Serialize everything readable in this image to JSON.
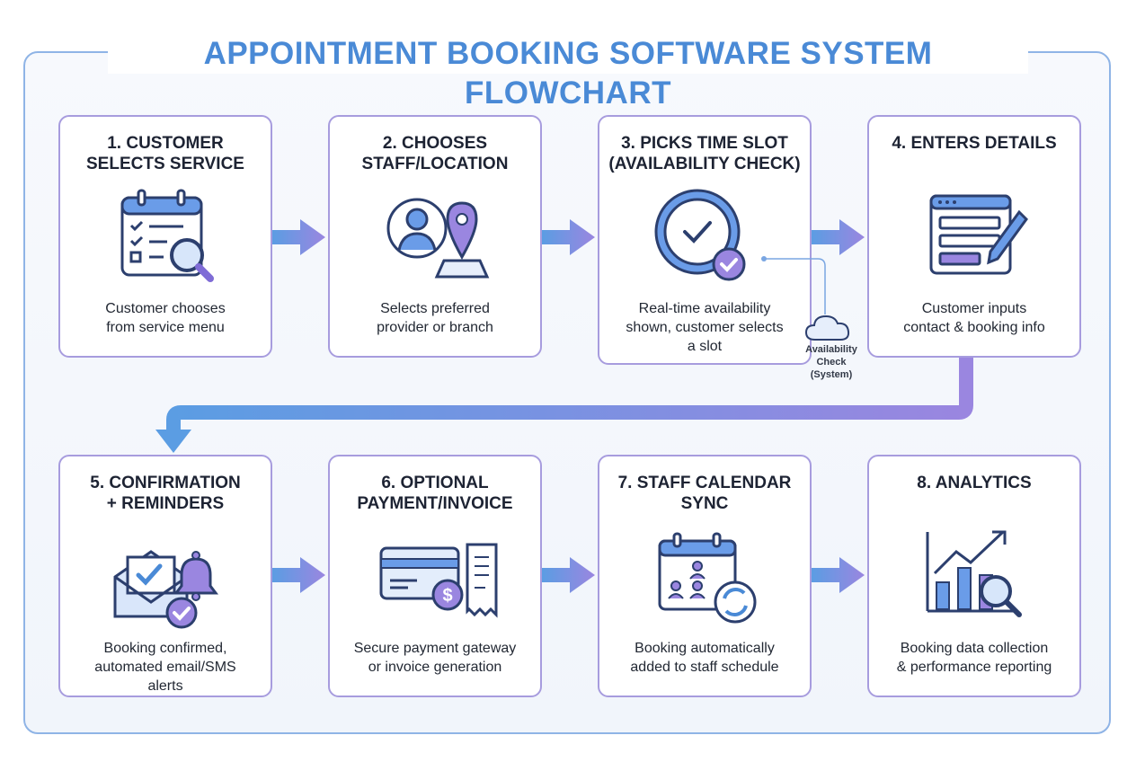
{
  "title": "APPOINTMENT BOOKING SOFTWARE SYSTEM FLOWCHART",
  "steps": [
    {
      "title_lines": [
        "1. CUSTOMER",
        "SELECTS SERVICE"
      ],
      "desc_lines": [
        "Customer chooses",
        "from service menu"
      ],
      "icon": "calendar-search-icon"
    },
    {
      "title_lines": [
        "2. CHOOSES",
        "STAFF/LOCATION"
      ],
      "desc_lines": [
        "Selects preferred",
        "provider or branch"
      ],
      "icon": "user-location-icon"
    },
    {
      "title_lines": [
        "3. PICKS TIME SLOT",
        "(AVAILABILITY CHECK)"
      ],
      "desc_lines": [
        "Real-time availability",
        "shown, customer selects",
        "a slot"
      ],
      "icon": "clock-check-icon"
    },
    {
      "title_lines": [
        "4. ENTERS DETAILS"
      ],
      "desc_lines": [
        "Customer inputs",
        "contact & booking info"
      ],
      "icon": "form-pen-icon"
    },
    {
      "title_lines": [
        "5. CONFIRMATION",
        "+ REMINDERS"
      ],
      "desc_lines": [
        "Booking confirmed,",
        "automated email/SMS",
        "alerts"
      ],
      "icon": "envelope-bell-icon"
    },
    {
      "title_lines": [
        "6. OPTIONAL",
        "PAYMENT/INVOICE"
      ],
      "desc_lines": [
        "Secure payment gateway",
        "or invoice generation"
      ],
      "icon": "card-invoice-icon"
    },
    {
      "title_lines": [
        "7. STAFF CALENDAR",
        "SYNC"
      ],
      "desc_lines": [
        "Booking automatically",
        "added to staff schedule"
      ],
      "icon": "calendar-sync-icon"
    },
    {
      "title_lines": [
        "8. ANALYTICS"
      ],
      "desc_lines": [
        "Booking data collection",
        "& performance reporting"
      ],
      "icon": "chart-search-icon"
    }
  ],
  "availability_check": {
    "lines": [
      "Availability",
      "Check",
      "(System)"
    ],
    "icon": "cloud-icon"
  },
  "colors": {
    "title": "#4a8ad6",
    "card_border": "#a79cde",
    "arrow_start": "#5b9de3",
    "arrow_end": "#9a86e0",
    "icon_stroke": "#2c3f6e",
    "icon_blue": "#6a9ce8",
    "icon_purple": "#9a86e0"
  }
}
